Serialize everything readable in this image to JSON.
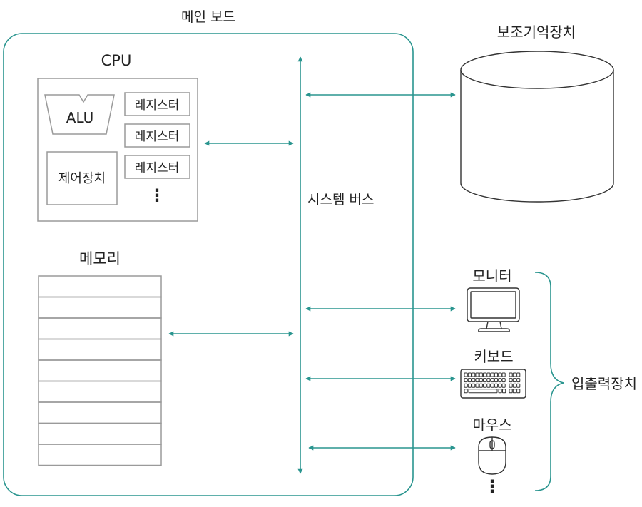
{
  "colors": {
    "accent": "#2a958f",
    "box_stroke": "#9a9a9a",
    "text": "#222222"
  },
  "main_board": {
    "title": "메인 보드"
  },
  "cpu": {
    "title": "CPU",
    "alu_label": "ALU",
    "control_unit_label": "제어장치",
    "registers": [
      "레지스터",
      "레지스터",
      "레지스터"
    ],
    "more_symbol": "⋮"
  },
  "memory": {
    "title": "메모리",
    "row_count": 9
  },
  "system_bus": {
    "label": "시스템 버스"
  },
  "storage": {
    "title": "보조기억장치",
    "icon": "cylinder-icon"
  },
  "io": {
    "group_label": "입출력장치",
    "devices": [
      {
        "label": "모니터",
        "icon": "monitor-icon"
      },
      {
        "label": "키보드",
        "icon": "keyboard-icon"
      },
      {
        "label": "마우스",
        "icon": "mouse-icon"
      }
    ],
    "more_symbol": "⋮"
  }
}
